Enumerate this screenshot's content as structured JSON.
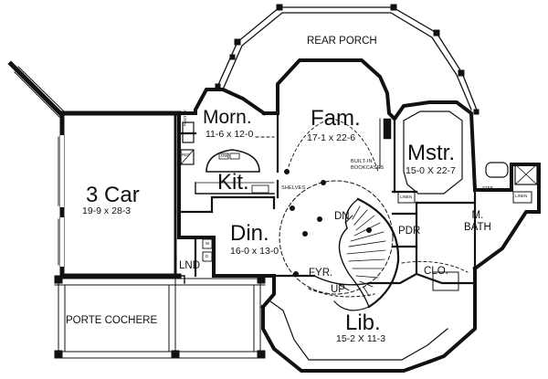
{
  "rooms": {
    "rear_porch": {
      "name": "REAR PORCH"
    },
    "morning": {
      "name": "Morn.",
      "dims": "11-6 x 12-0"
    },
    "family": {
      "name": "Fam.",
      "dims": "17-1 x 22-6"
    },
    "master": {
      "name": "Mstr.",
      "dims": "15-0 X 22-7"
    },
    "garage": {
      "name": "3 Car",
      "dims": "19-9 x 28-3"
    },
    "kitchen": {
      "name": "Kit."
    },
    "dining": {
      "name": "Din.",
      "dims": "16-0 x 13-0"
    },
    "laundry": {
      "name": "LND"
    },
    "foyer": {
      "name": "FYR."
    },
    "powder": {
      "name": "PDR"
    },
    "master_bath": {
      "name": "M.\nBATH"
    },
    "closet": {
      "name": "CLO."
    },
    "library": {
      "name": "Lib.",
      "dims": "15-2 X 11-3"
    },
    "porte_cochere": {
      "name": "PORTE COCHERE"
    }
  },
  "notes": {
    "pantry": "PANTRY",
    "ref": "REF",
    "dw": "DW",
    "shelves": "SHELVES",
    "built_in": "BUILT-IN\nBOOKCASES",
    "linen": "LINEN",
    "linen2": "LINEN",
    "step": "STEP",
    "washer": "W",
    "dryer": "D",
    "stair_dn": "DN",
    "stair_up": "UP"
  }
}
